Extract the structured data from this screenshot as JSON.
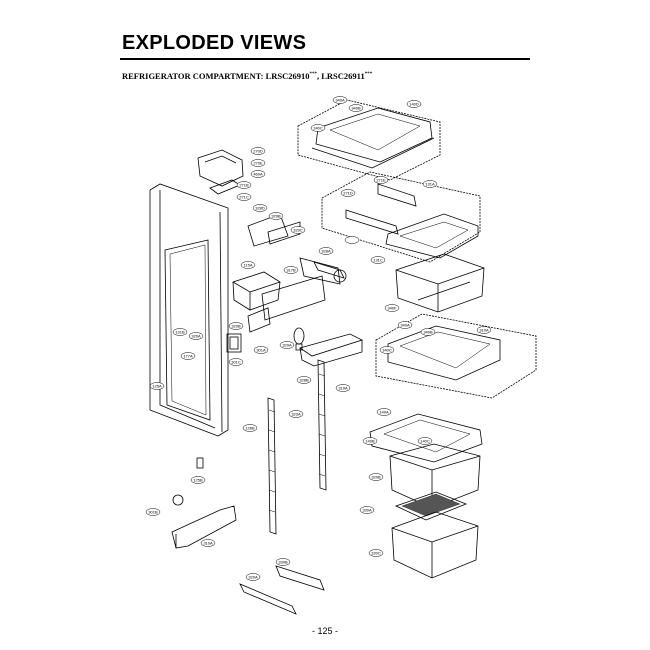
{
  "page": {
    "title": "EXPLODED VIEWS",
    "subtitle_main": "REFRIGERATOR COMPARTMENT: LRSC26910",
    "subtitle_sup1": "***",
    "subtitle_sep": ", LRSC26911",
    "subtitle_sup2": "***",
    "page_number": "- 125 -"
  },
  "callouts": [
    "340A",
    "340B",
    "140D",
    "340C",
    "270D",
    "270E",
    "460A",
    "271B",
    "271C",
    "271D",
    "271E",
    "131A",
    "328D",
    "329B",
    "329C",
    "328A",
    "131C",
    "115A",
    "317B",
    "340F",
    "340A",
    "340B",
    "340C",
    "310A",
    "131B",
    "320A",
    "320B",
    "301A",
    "301C",
    "329A",
    "328B",
    "319A",
    "140A",
    "323A",
    "140B",
    "140C",
    "320B",
    "320C",
    "177A",
    "125A",
    "126B",
    "125B",
    "301B",
    "310A",
    "330A",
    "330B",
    "320A"
  ]
}
